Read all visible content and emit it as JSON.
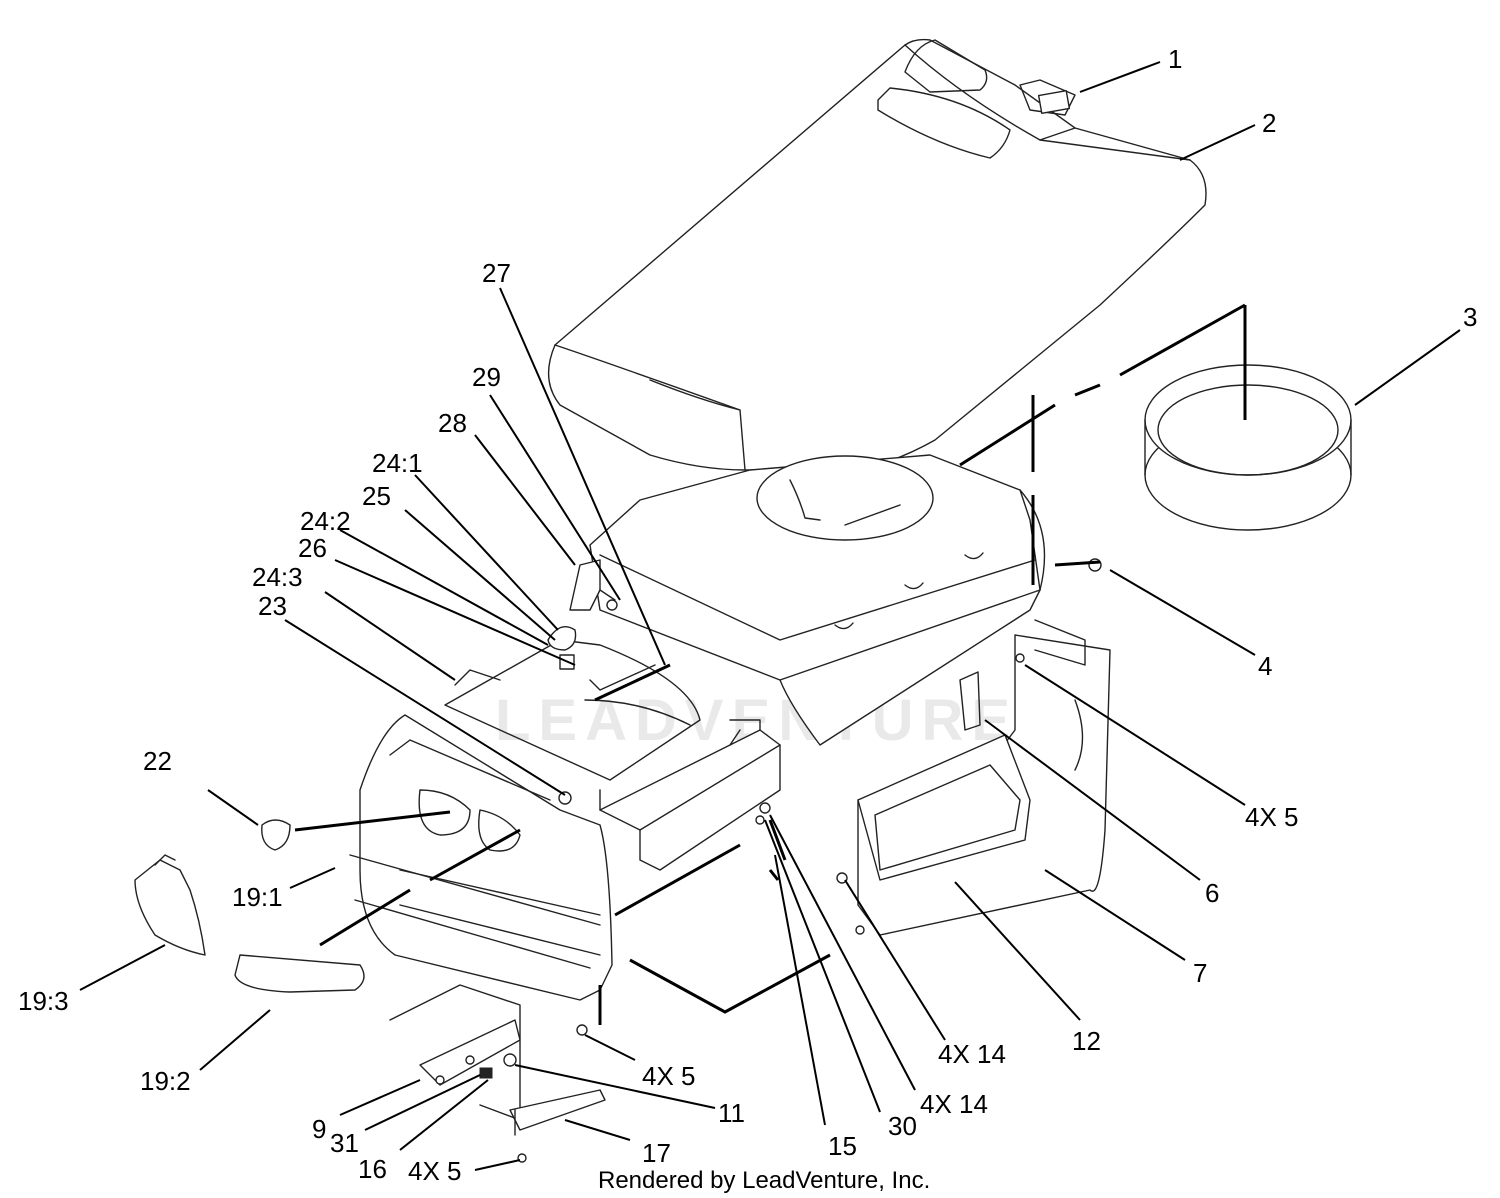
{
  "callouts": [
    "1",
    "2",
    "3",
    "27",
    "29",
    "28",
    "24:1",
    "25",
    "24:2",
    "26",
    "24:3",
    "23",
    "4",
    "4X 5",
    "6",
    "7",
    "22",
    "19:1",
    "19:3",
    "19:2",
    "12",
    "4X 14",
    "4X 14",
    "4X 5",
    "11",
    "9",
    "31",
    "16",
    "17",
    "4X 5",
    "15",
    "30"
  ],
  "footer": "Rendered by LeadVenture, Inc.",
  "watermark": "LEADVENTURE",
  "colors": {
    "line": "#222222",
    "watermark": "#d8d8d8",
    "background": "#ffffff"
  }
}
